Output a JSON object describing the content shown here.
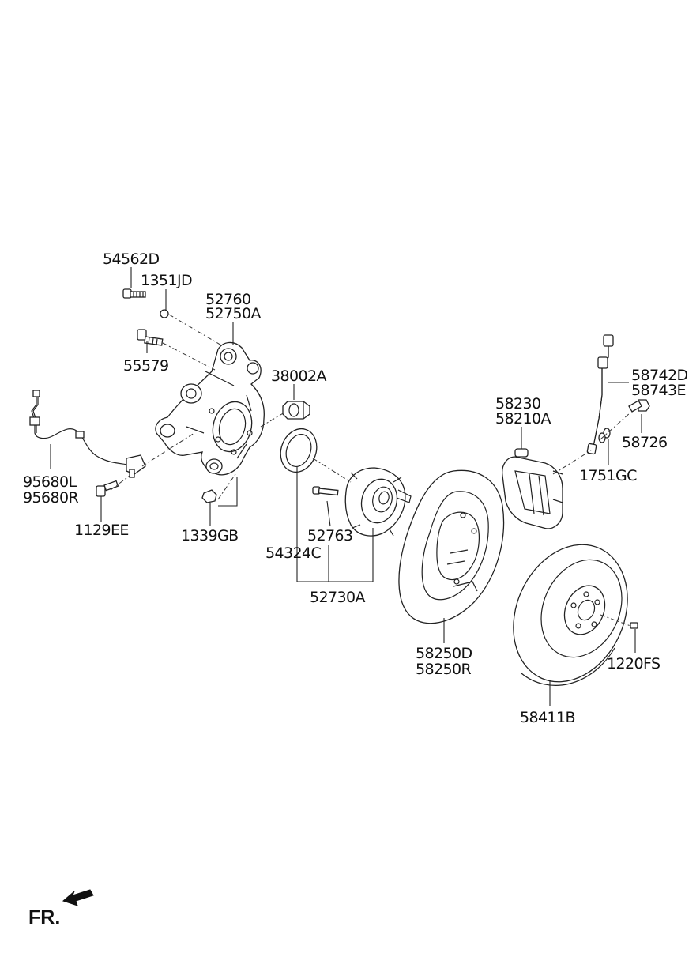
{
  "diagram": {
    "part_labels": [
      "54562D",
      "1351JD",
      "52760",
      "52750A",
      "55579",
      "38002A",
      "95680L",
      "95680R",
      "1129EE",
      "1339GB",
      "52763",
      "54324C",
      "52730A",
      "58230",
      "58210A",
      "58742D",
      "58743E",
      "58726",
      "1751GC",
      "58250D",
      "58250R",
      "58411B",
      "1220FS"
    ],
    "front_marker": "FR."
  },
  "colors": {
    "line": "#222222",
    "text": "#111111",
    "background": "#ffffff"
  }
}
